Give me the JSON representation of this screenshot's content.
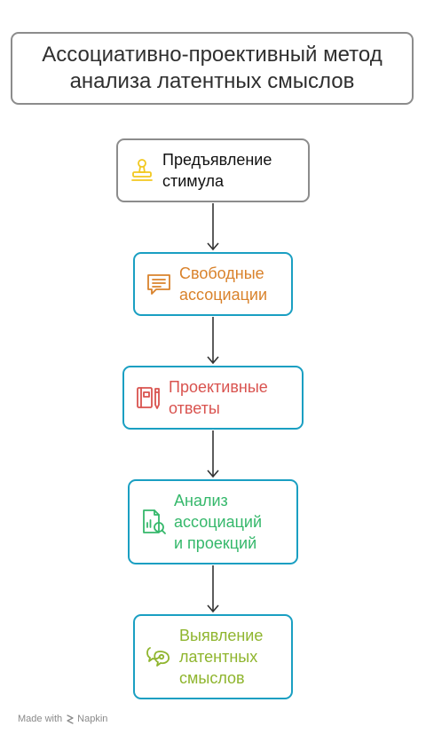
{
  "title": "Ассоциативно-проективный метод\nанализа латентных смыслов",
  "steps": [
    {
      "label": "Предъявление\nстимула",
      "icon": "stamp-icon",
      "color": "#f2c81f"
    },
    {
      "label": "Свободные\nассоциации",
      "icon": "speech-bubble-icon",
      "color": "#d9822b"
    },
    {
      "label": "Проективные\nответы",
      "icon": "notebook-pencil-icon",
      "color": "#d9534f"
    },
    {
      "label": "Анализ\nассоциаций\nи проекций",
      "icon": "document-search-icon",
      "color": "#35b86b"
    },
    {
      "label": "Выявление\nлатентных\nсмыслов",
      "icon": "chat-bubbles-icon",
      "color": "#8fb52e"
    }
  ],
  "colors": {
    "box_border": "#1a9fc2",
    "neutral_border": "#8c8c8c",
    "arrow": "#333333"
  },
  "footer": {
    "made_with": "Made with",
    "brand": "Napkin"
  }
}
